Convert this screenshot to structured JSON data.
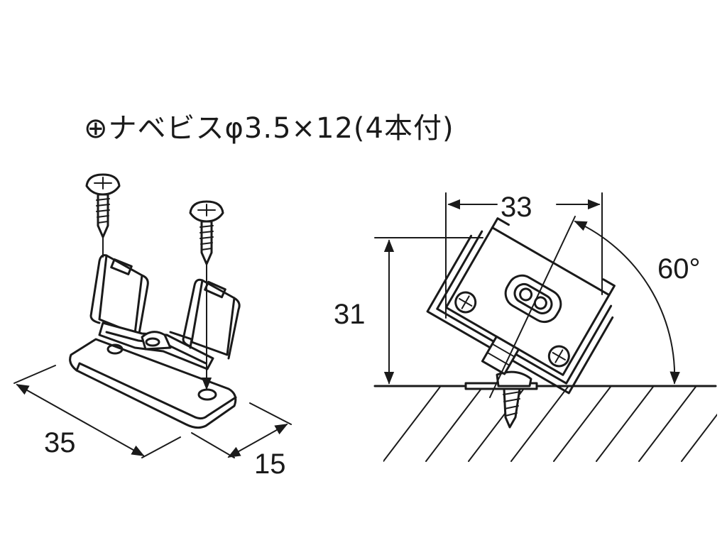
{
  "title": "⊕ナベビスφ3.5×12(4本付)",
  "dimensions": {
    "length": "35",
    "width": "15",
    "span": "33",
    "height": "31",
    "angle": "60°"
  },
  "colors": {
    "line": "#1a1a1a",
    "background": "#ffffff"
  }
}
